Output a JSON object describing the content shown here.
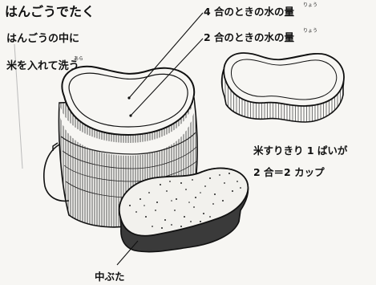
{
  "labels": {
    "title": "はんごうでたく",
    "wash_line1": "はんごうの中に",
    "wash_line2": "米を入れて洗う",
    "wash_ruby": "あら",
    "water_4go": "4 合のときの水の量",
    "water_2go": "2 合のときの水の量",
    "water_ruby": "りょう",
    "rice_cup": "米すりきり 1 ぱいが",
    "rice_equal": "2 合＝2 カップ",
    "naka_buta": "中ぶた"
  }
}
